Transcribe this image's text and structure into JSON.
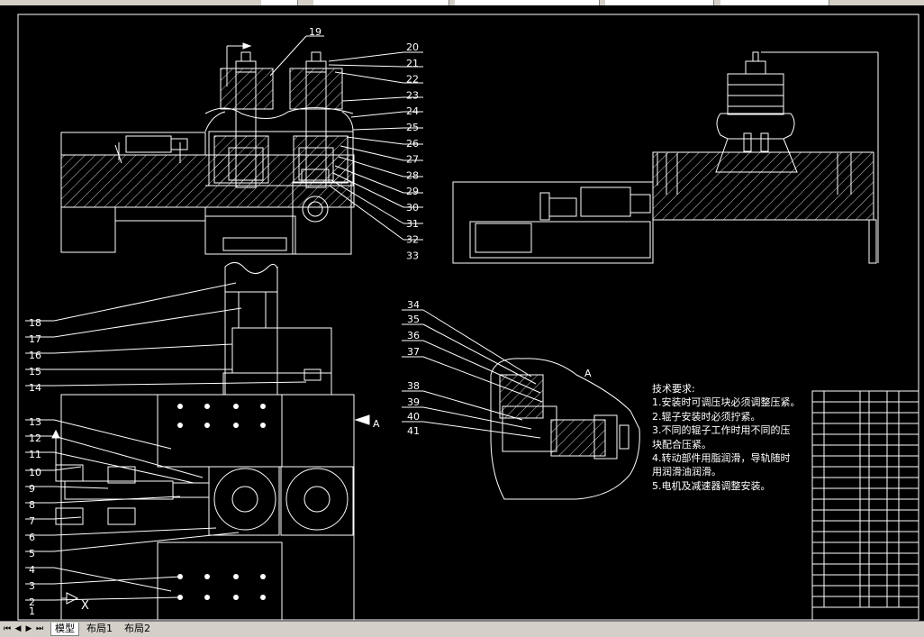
{
  "colors": {
    "background": "#000000",
    "lines": "#ffffff",
    "tabbar": "#d4d0c8"
  },
  "view_label": "A",
  "axis_label": "X",
  "balloons_top": [
    "19",
    "20",
    "21",
    "22",
    "23",
    "24",
    "25",
    "26",
    "27",
    "28",
    "29",
    "30",
    "31",
    "32",
    "33"
  ],
  "balloons_left": [
    "18",
    "17",
    "16",
    "15",
    "14",
    "13",
    "12",
    "11",
    "10",
    "9",
    "8",
    "7",
    "6",
    "5",
    "4",
    "3",
    "2",
    "1"
  ],
  "balloons_detail": [
    "34",
    "35",
    "36",
    "37",
    "38",
    "39",
    "40",
    "41"
  ],
  "notes": {
    "title": "技术要求:",
    "items": [
      "1.安装时可调压块必须调整压紧。",
      "2.辊子安装时必须拧紧。",
      "3.不同的辊子工作时用不同的压",
      "块配合压紧。",
      "4.转动部件用脂润滑，导轨随时",
      "用润滑油润滑。",
      "5.电机及减速器调整安装。"
    ]
  },
  "tabs": {
    "model": "模型",
    "layout1": "布局1",
    "layout2": "布局2"
  },
  "nav_icons": [
    "first-icon",
    "prev-icon",
    "next-icon",
    "last-icon"
  ]
}
